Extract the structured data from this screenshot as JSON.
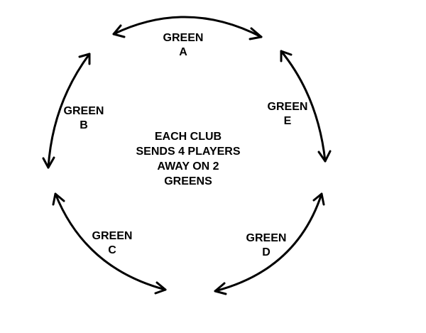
{
  "diagram": {
    "stroke_color": "#000000",
    "background_color": "#ffffff",
    "greens": [
      {
        "line1": "GREEN",
        "line2": "A"
      },
      {
        "line1": "GREEN",
        "line2": "B"
      },
      {
        "line1": "GREEN",
        "line2": "C"
      },
      {
        "line1": "GREEN",
        "line2": "D"
      },
      {
        "line1": "GREEN",
        "line2": "E"
      }
    ],
    "center_text": [
      "EACH CLUB",
      "SENDS 4 PLAYERS",
      "AWAY ON 2",
      "GREENS"
    ],
    "connector_style": "double-headed-arrow"
  }
}
